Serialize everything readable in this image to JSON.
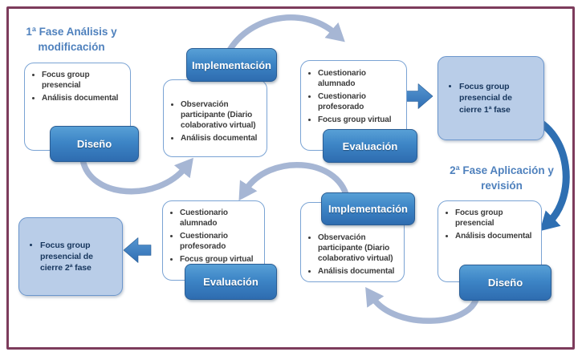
{
  "phases": [
    {
      "heading": "1ª Fase Análisis y modificación"
    },
    {
      "heading": "2ª Fase Aplicación y revisión"
    }
  ],
  "groups": [
    {
      "label": "Diseño",
      "items": [
        "Focus group presencial",
        "Análisis documental"
      ]
    },
    {
      "label": "Implementación",
      "items": [
        "Observación participante (Diario colaborativo virtual)",
        "Análisis documental"
      ]
    },
    {
      "label": "Evaluación",
      "items": [
        "Cuestionario alumnado",
        "Cuestionario profesorado",
        "Focus group virtual"
      ]
    },
    {
      "label": "Diseño",
      "items": [
        "Focus group presencial",
        "Análisis documental"
      ]
    },
    {
      "label": "Implementación",
      "items": [
        "Observación participante (Diario colaborativo virtual)",
        "Análisis documental"
      ]
    },
    {
      "label": "Evaluación",
      "items": [
        "Cuestionario alumnado",
        "Cuestionario profesorado",
        "Focus group virtual"
      ]
    }
  ],
  "milestones": [
    {
      "text": "Focus group presencial de cierre 1ª fase"
    },
    {
      "text": "Focus group presencial de cierre 2ª fase"
    }
  ],
  "arrows": [
    {
      "name": "diseno1-to-implementacion1",
      "style": "swoosh-light"
    },
    {
      "name": "implementacion1-to-evaluacion1",
      "style": "swoosh-light"
    },
    {
      "name": "evaluacion1-to-cierre1",
      "style": "block-solid-right"
    },
    {
      "name": "cierre1-to-diseno2",
      "style": "curve-dark"
    },
    {
      "name": "diseno2-to-implementacion2",
      "style": "swoosh-light"
    },
    {
      "name": "implementacion2-to-evaluacion2",
      "style": "swoosh-light"
    },
    {
      "name": "evaluacion2-to-cierre2",
      "style": "block-solid-left"
    }
  ],
  "colors": {
    "frame_border": "#7d3c5c",
    "heading_text": "#4f81bd",
    "chip_gradient_top": "#58a0d6",
    "chip_gradient_bottom": "#2e6cb0",
    "chip_border": "#2a5d94",
    "panel_border": "#7aa3d4",
    "panel_bg": "#ffffff",
    "milestone_bg": "#b9cde8",
    "milestone_border": "#6b96cc",
    "milestone_text": "#17365d",
    "bullet_text": "#3b3b3b",
    "arrow_light": "#a6b6d4",
    "arrow_dark": "#2e6fb2",
    "block_arrow_top": "#5696d0",
    "block_arrow_bottom": "#2f6eb4"
  }
}
